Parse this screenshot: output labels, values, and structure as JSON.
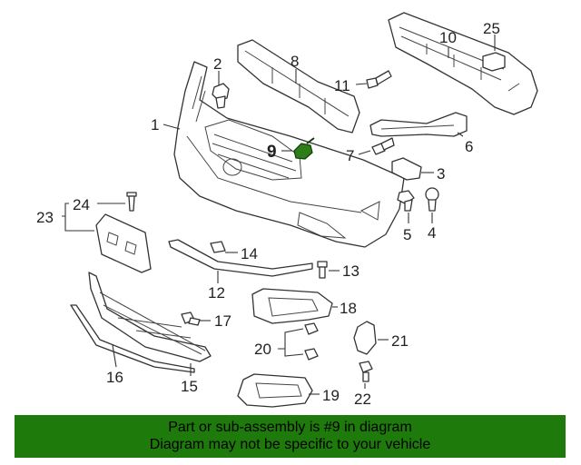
{
  "diagram": {
    "highlight_color": "#2e7d18",
    "callouts": {
      "c1": "1",
      "c2": "2",
      "c3": "3",
      "c4": "4",
      "c5": "5",
      "c6": "6",
      "c7": "7",
      "c8": "8",
      "c9": "9",
      "c10": "10",
      "c11": "11",
      "c12": "12",
      "c13": "13",
      "c14": "14",
      "c15": "15",
      "c16": "16",
      "c17": "17",
      "c18": "18",
      "c19": "19",
      "c20": "20",
      "c21": "21",
      "c22": "22",
      "c23": "23",
      "c24": "24",
      "c25": "25"
    }
  },
  "banner": {
    "color": "#1f7a0c",
    "line1": "Part or sub-assembly is #9 in diagram",
    "line2": "Diagram may not be specific to your vehicle"
  }
}
